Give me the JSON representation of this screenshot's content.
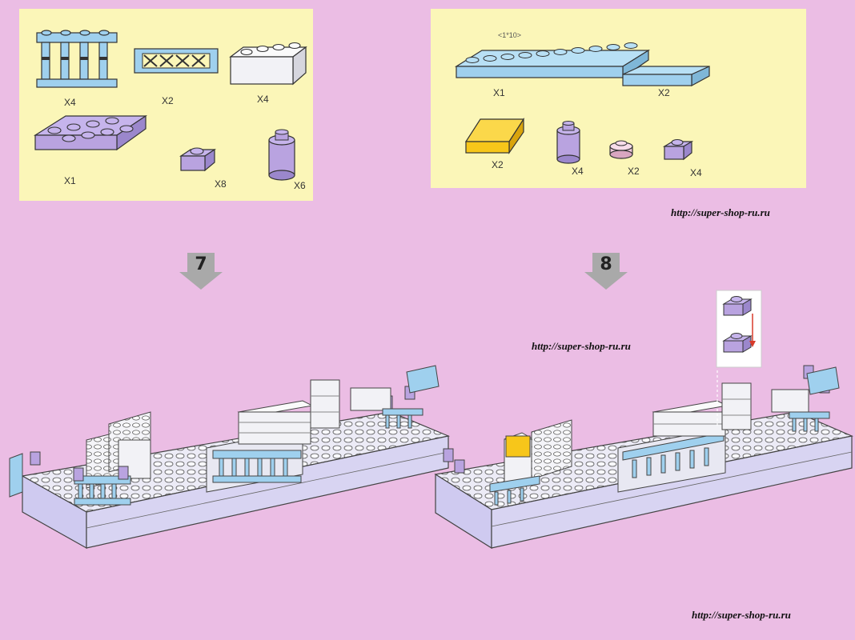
{
  "colors": {
    "background": "#ebbde4",
    "panel": "#fbf6b8",
    "lavender": "#b9a3e0",
    "light_blue": "#9fd0ee",
    "white_brick": "#f2f2f6",
    "yellow": "#f7c61a",
    "pink": "#efc9dd",
    "base": "#d8d4f2",
    "arrow": "#a9a9a9",
    "red_arrow": "#d83a2a"
  },
  "parts_left": [
    {
      "icon": "fence-column-icon",
      "qty": "X4"
    },
    {
      "icon": "lattice-fence-icon",
      "qty": "X2"
    },
    {
      "icon": "white-brick-1x4-icon",
      "qty": "X4"
    },
    {
      "icon": "lavender-plate-2x4-icon",
      "qty": "X1"
    },
    {
      "icon": "lavender-plate-1x1-icon",
      "qty": "X8"
    },
    {
      "icon": "lavender-round-brick-icon",
      "qty": "X6"
    }
  ],
  "parts_right": [
    {
      "icon": "blue-plate-1x10-icon",
      "qty": "X1",
      "size_label": "<1*10>"
    },
    {
      "icon": "blue-tile-1x4-icon",
      "qty": "X2"
    },
    {
      "icon": "yellow-tile-2x2-icon",
      "qty": "X2"
    },
    {
      "icon": "lavender-round-brick-icon",
      "qty": "X4"
    },
    {
      "icon": "pink-round-plate-icon",
      "qty": "X2"
    },
    {
      "icon": "lavender-plate-1x1-icon",
      "qty": "X4"
    }
  ],
  "steps": [
    {
      "number": "7"
    },
    {
      "number": "8"
    }
  ],
  "urls": {
    "top_right": "http://super-shop-ru.ru",
    "middle": "http://super-shop-ru.ru",
    "bottom_right": "http://super-shop-ru.ru"
  }
}
